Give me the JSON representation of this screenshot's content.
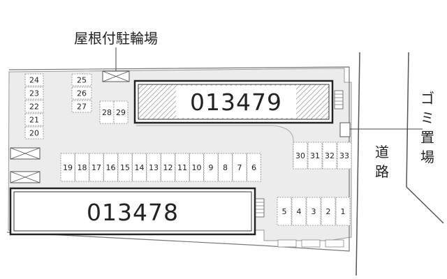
{
  "bicycle_parking_label": "屋根付駐輪場",
  "garbage_label": "ゴミ置場",
  "road_label": "道路",
  "buildings": [
    {
      "id": "013479",
      "label": "013479"
    },
    {
      "id": "013478",
      "label": "013478"
    }
  ],
  "parking_spaces": {
    "left_column": [
      "24",
      "23",
      "22",
      "21",
      "20"
    ],
    "upper_middle_column": [
      "25",
      "26",
      "27"
    ],
    "upper_middle_extra": [
      "28",
      "29"
    ],
    "middle_row": [
      "19",
      "18",
      "17",
      "16",
      "15",
      "14",
      "13",
      "12",
      "11",
      "10",
      "9",
      "8",
      "7",
      "6"
    ],
    "right_upper_row": [
      "30",
      "31",
      "32",
      "33"
    ],
    "right_lower_row": [
      "5",
      "4",
      "3",
      "2",
      "1"
    ]
  }
}
